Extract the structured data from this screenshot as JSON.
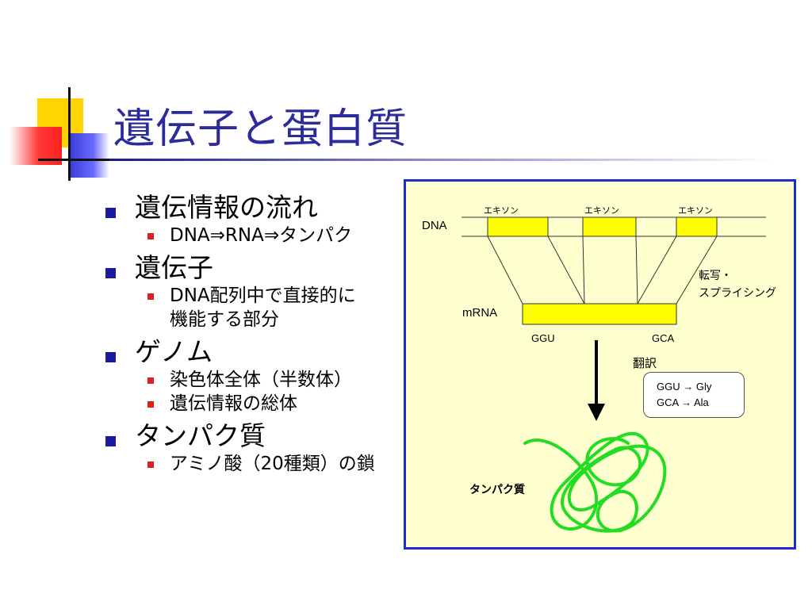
{
  "slide": {
    "title": "遺伝子と蛋白質"
  },
  "bullets": [
    {
      "text": "遺伝情報の流れ",
      "sub": [
        "DNA⇒RNA⇒タンパク"
      ]
    },
    {
      "text": "遺伝子",
      "sub": [
        "DNA配列中で直接的に",
        "機能する部分"
      ]
    },
    {
      "text": "ゲノム",
      "sub": [
        "染色体全体（半数体）",
        "遺伝情報の総体"
      ]
    },
    {
      "text": "タンパク質",
      "sub": [
        "アミノ酸（20種類）の鎖"
      ]
    }
  ],
  "diagram": {
    "exon_labels": [
      "エキソン",
      "エキソン",
      "エキソン"
    ],
    "dna_label": "DNA",
    "mrna_label": "mRNA",
    "transcription_label_1": "転写・",
    "transcription_label_2": "スプライシング",
    "codon_left": "GGU",
    "codon_right": "GCA",
    "translation_label": "翻訳",
    "legend_line_1": "GGU → Gly",
    "legend_line_2": "GCA → Ala",
    "protein_label": "タンパク質",
    "colors": {
      "exon": "#ffff00",
      "protein": "#22dd22",
      "frame": "#1a2cd6",
      "background": "#ffffd0"
    }
  }
}
